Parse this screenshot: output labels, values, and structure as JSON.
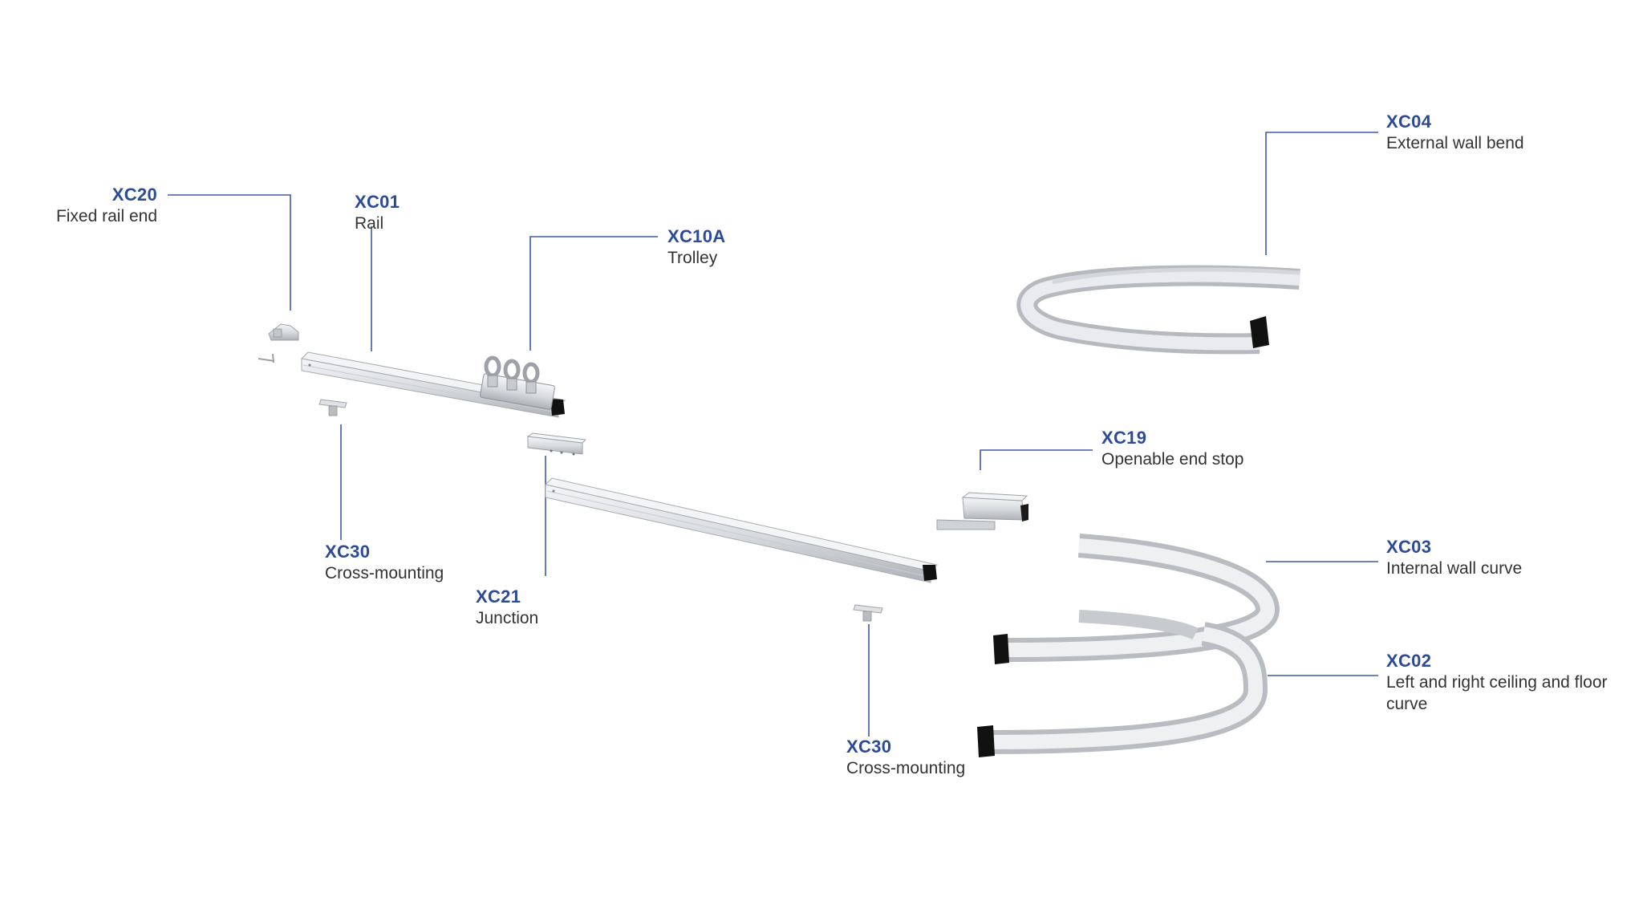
{
  "colors": {
    "code": "#2d4a96",
    "leader": "#3c5aa6",
    "text": "#333333",
    "metal_light": "#eef0f2",
    "metal_mid": "#d5d8dc",
    "metal_dark": "#a9adb3",
    "profile": "#111111"
  },
  "labels": {
    "xc20": {
      "code": "XC20",
      "desc": "Fixed rail end"
    },
    "xc01": {
      "code": "XC01",
      "desc": "Rail"
    },
    "xc10a": {
      "code": "XC10A",
      "desc": "Trolley"
    },
    "xc04": {
      "code": "XC04",
      "desc": "External wall bend"
    },
    "xc19": {
      "code": "XC19",
      "desc": "Openable end stop"
    },
    "xc30a": {
      "code": "XC30",
      "desc": "Cross-mounting"
    },
    "xc21": {
      "code": "XC21",
      "desc": "Junction"
    },
    "xc03": {
      "code": "XC03",
      "desc": "Internal wall curve"
    },
    "xc02": {
      "code": "XC02",
      "desc": "Left and right ceiling and floor curve"
    },
    "xc30b": {
      "code": "XC30",
      "desc": "Cross-mounting"
    }
  }
}
